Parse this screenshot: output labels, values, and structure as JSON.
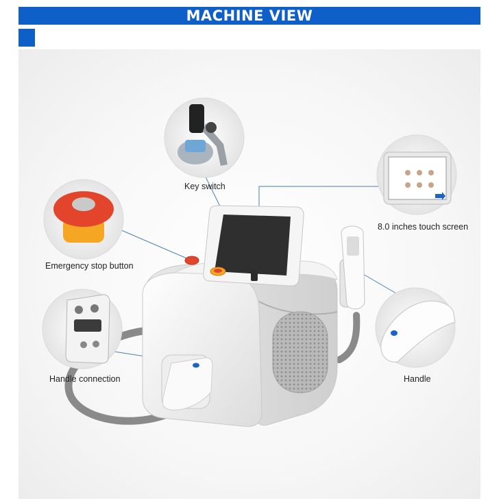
{
  "header": {
    "title": "MACHINE VIEW"
  },
  "labels": {
    "key_switch": "Key switch",
    "touch_screen": "8.0 inches touch screen",
    "emergency_stop": "Emergency stop button",
    "handle_connection": "Handle connection",
    "handle": "Handle"
  },
  "colors": {
    "banner": "#0f5fc9",
    "stop_red": "#e2452c",
    "stop_yellow": "#f5a623",
    "button_blue": "#1b63c9"
  }
}
